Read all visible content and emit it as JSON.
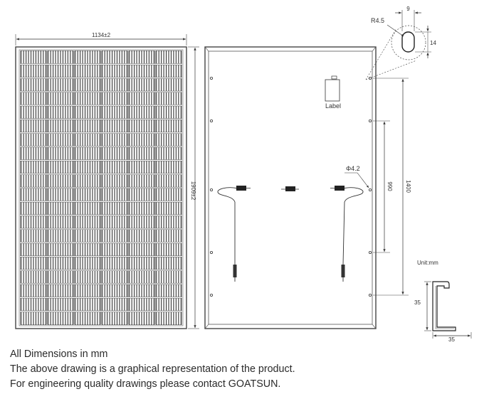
{
  "drawing": {
    "width_label": "1134±2",
    "height_label": "1909±2",
    "label_text": "Label",
    "hole_diameter_label": "Φ4.2",
    "mount_hole_spacing_label": "990",
    "outer_hole_spacing_label": "1400",
    "slot_radius_label": "R4.5",
    "slot_width_label": "9",
    "slot_height_label": "14",
    "unit_label": "Unit:mm",
    "frame_height_label": "35",
    "frame_width_label": "35"
  },
  "notes": [
    "All Dimensions in mm",
    "The above drawing is a graphical representation of the product.",
    "For engineering quality drawings please contact GOATSUN."
  ]
}
